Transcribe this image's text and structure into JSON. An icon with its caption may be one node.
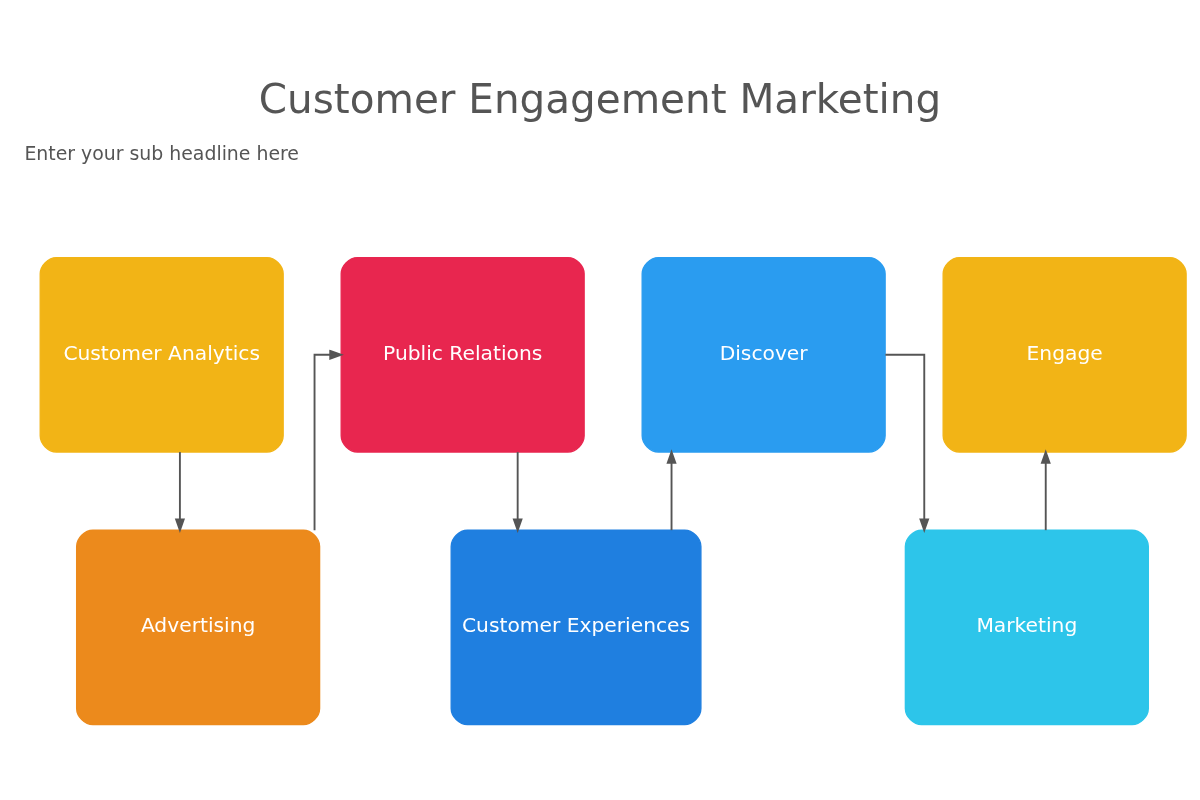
{
  "diagram": {
    "title": "Customer Engagement Marketing",
    "nodes": [
      {
        "text": [
          "Customer Analytics"
        ]
      },
      {
        "text": [
          "Advertising"
        ]
      },
      {
        "text": [
          "Public Relations"
        ]
      },
      {
        "text": [
          "Customer Experiences"
        ]
      },
      {
        "text": [
          "Discover"
        ]
      },
      {
        "text": [
          "Marketing"
        ]
      },
      {
        "text": [
          "Engage"
        ]
      }
    ],
    "edges": [
      {
        "from": 0,
        "to": 1,
        "arrow": "to"
      },
      {
        "from": 1,
        "to": 2,
        "arrow": "to"
      },
      {
        "from": 2,
        "to": 3,
        "arrow": "to"
      },
      {
        "from": 3,
        "to": 4,
        "arrow": "to"
      },
      {
        "from": 4,
        "to": 5,
        "arrow": "to"
      },
      {
        "from": 5,
        "to": 6,
        "arrow": "to"
      }
    ],
    "labels": [
      "Enter your sub headline here"
    ]
  }
}
